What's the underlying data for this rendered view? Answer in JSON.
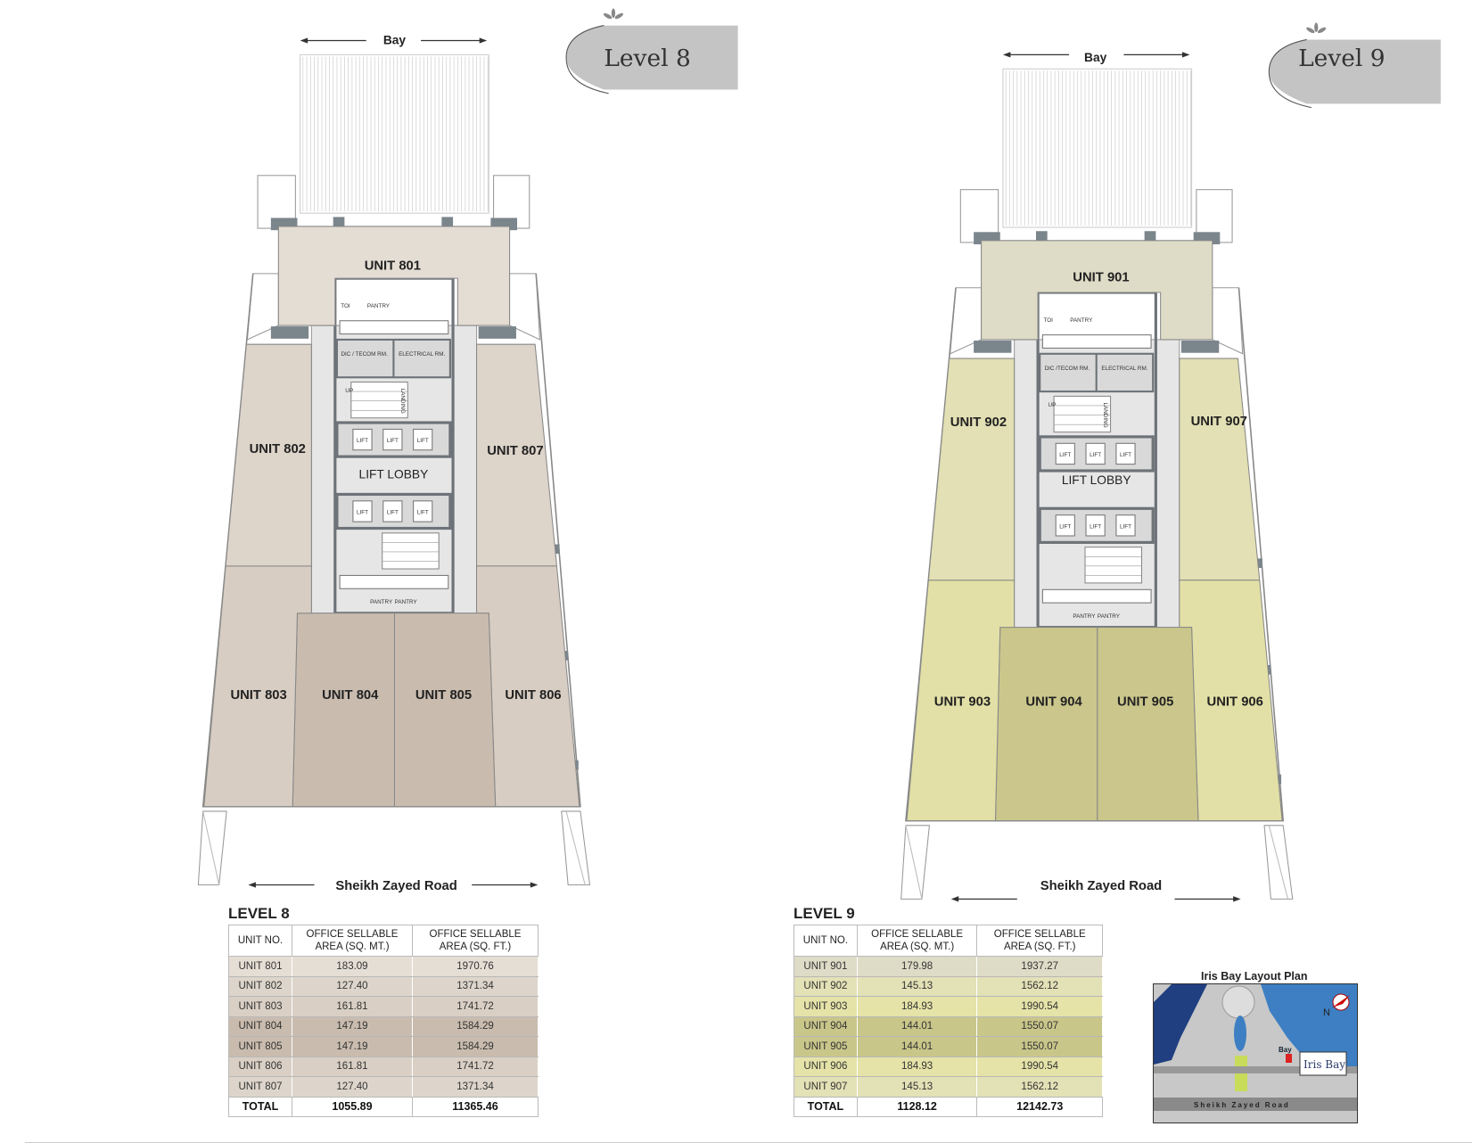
{
  "level8": {
    "tab": "Level 8",
    "bay": "Bay",
    "road": "Sheikh Zayed Road",
    "lift_lobby": "LIFT LOBBY",
    "units": [
      "UNIT 801",
      "UNIT 802",
      "UNIT 803",
      "UNIT 804",
      "UNIT 805",
      "UNIT 806",
      "UNIT 807"
    ],
    "rooms": {
      "dic": "DIC / TECOM RM.",
      "elec": "ELECTRICAL RM.",
      "lift": "LIFT",
      "toi": "TOI",
      "pantry": "PANTRY",
      "landing": "LANDING",
      "up": "UP"
    },
    "colors": [
      "#e4ddd4",
      "#ddd4ca",
      "#d8cdc2",
      "#c9bcaf",
      "#c9bcaf",
      "#d8cdc2",
      "#ddd4ca"
    ]
  },
  "level9": {
    "tab": "Level 9",
    "bay": "Bay",
    "road": "Sheikh Zayed Road",
    "lift_lobby": "LIFT LOBBY",
    "units": [
      "UNIT 901",
      "UNIT 902",
      "UNIT 903",
      "UNIT 904",
      "UNIT 905",
      "UNIT 906",
      "UNIT 907"
    ],
    "rooms": {
      "dic": "DIC /TECOM RM.",
      "elec": "ELECTRICAL RM.",
      "lift": "LIFT",
      "toi": "TOI",
      "pantry": "PANTRY",
      "landing": "LANDING",
      "up": "UP"
    },
    "colors": [
      "#dedcc6",
      "#e2e0b4",
      "#e2e0a6",
      "#cbc78c",
      "#cbc78c",
      "#e2e0a6",
      "#e2e0b4"
    ]
  },
  "table8": {
    "title": "LEVEL 8",
    "headers": [
      "UNIT NO.",
      "OFFICE SELLABLE AREA (SQ. MT.)",
      "OFFICE SELLABLE AREA (SQ. FT.)"
    ],
    "rows": [
      [
        "UNIT 801",
        "183.09",
        "1970.76"
      ],
      [
        "UNIT 802",
        "127.40",
        "1371.34"
      ],
      [
        "UNIT 803",
        "161.81",
        "1741.72"
      ],
      [
        "UNIT 804",
        "147.19",
        "1584.29"
      ],
      [
        "UNIT 805",
        "147.19",
        "1584.29"
      ],
      [
        "UNIT 806",
        "161.81",
        "1741.72"
      ],
      [
        "UNIT 807",
        "127.40",
        "1371.34"
      ]
    ],
    "total": [
      "TOTAL",
      "1055.89",
      "11365.46"
    ],
    "row_colors": [
      "#e5ded5",
      "#ddd5cb",
      "#d9cfc4",
      "#c9bcae",
      "#c9bcae",
      "#d9cfc4",
      "#ddd5cb"
    ]
  },
  "table9": {
    "title": "LEVEL 9",
    "headers": [
      "UNIT NO.",
      "OFFICE SELLABLE AREA (SQ. MT.)",
      "OFFICE SELLABLE AREA (SQ. FT.)"
    ],
    "rows": [
      [
        "UNIT 901",
        "179.98",
        "1937.27"
      ],
      [
        "UNIT 902",
        "145.13",
        "1562.12"
      ],
      [
        "UNIT 903",
        "184.93",
        "1990.54"
      ],
      [
        "UNIT 904",
        "144.01",
        "1550.07"
      ],
      [
        "UNIT 905",
        "144.01",
        "1550.07"
      ],
      [
        "UNIT 906",
        "184.93",
        "1990.54"
      ],
      [
        "UNIT 907",
        "145.13",
        "1562.12"
      ]
    ],
    "total": [
      "TOTAL",
      "1128.12",
      "12142.73"
    ],
    "row_colors": [
      "#dedcc7",
      "#e3e1b6",
      "#e5e3a8",
      "#c9c68a",
      "#c9c68a",
      "#e5e3a8",
      "#e3e1b6"
    ]
  },
  "map": {
    "title": "Iris Bay Layout Plan",
    "bay": "Bay",
    "road": "Sheikh Zayed Road",
    "north": "N",
    "logo": "Iris Bay"
  }
}
